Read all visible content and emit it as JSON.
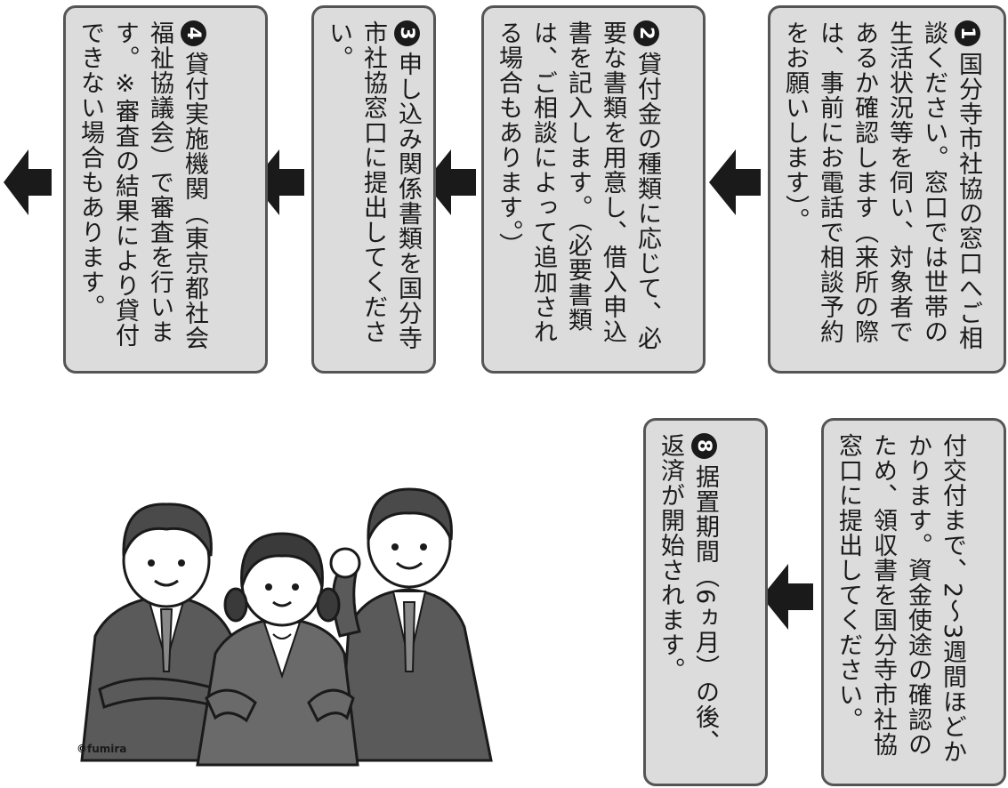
{
  "steps": [
    {
      "num": "1",
      "text": "国分寺市社協の窓口へご相談ください。窓口では世帯の生活状況等を伺い、対象者であるか確認します（来所の際は、事前にお電話で相談予約をお願いします）。"
    },
    {
      "num": "2",
      "text": "貸付金の種類に応じて、必要な書類を用意し、借入申込書を記入します。（必要書類は、ご相談によって追加される場合もあります。）"
    },
    {
      "num": "3",
      "text": "申し込み関係書類を国分寺市社協窓口に提出してください。"
    },
    {
      "num": "4",
      "text": "貸付実施機関（東京都社会福祉協議会）で審査を行います。※審査の結果により貸付できない場合もあります。"
    },
    {
      "num": "",
      "text": "付交付まで、2～3週間ほどかかります。資金使途の確認のため、領収書を国分寺市社協窓口に提出してください。"
    },
    {
      "num": "8",
      "text": "据置期間（6ヵ月）の後、返済が開始されます。"
    }
  ],
  "illustration": {
    "credit": "©fumira"
  },
  "colors": {
    "box_fill": "#dcdcdc",
    "box_border": "#555555",
    "arrow": "#1a1a1a",
    "badge": "#1a1a1a"
  }
}
